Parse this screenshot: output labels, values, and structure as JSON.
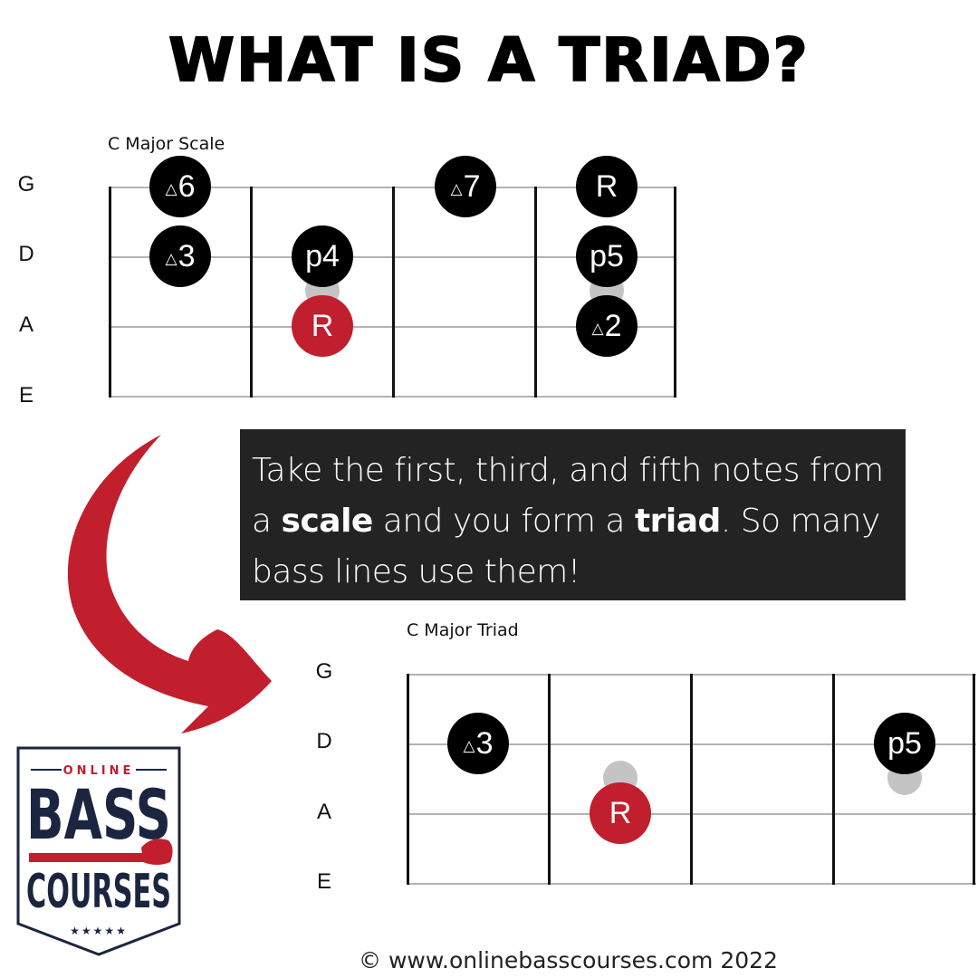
{
  "title": "WHAT IS A TRIAD?",
  "scale_diagram": {
    "caption": "C Major Scale",
    "strings": [
      "G",
      "D",
      "A",
      "E"
    ],
    "fret_count": 4,
    "notes": [
      {
        "string": "G",
        "fret": 1,
        "label": "6",
        "prefix": "△",
        "type": "interval"
      },
      {
        "string": "D",
        "fret": 1,
        "label": "3",
        "prefix": "△",
        "type": "interval"
      },
      {
        "string": "D",
        "fret": 2,
        "label": "p4",
        "prefix": "",
        "type": "interval"
      },
      {
        "string": "A",
        "fret": 2,
        "label": "R",
        "prefix": "",
        "type": "root"
      },
      {
        "string": "G",
        "fret": 3,
        "label": "7",
        "prefix": "△",
        "type": "interval"
      },
      {
        "string": "G",
        "fret": 4,
        "label": "R",
        "prefix": "",
        "type": "interval"
      },
      {
        "string": "D",
        "fret": 4,
        "label": "p5",
        "prefix": "",
        "type": "interval"
      },
      {
        "string": "A",
        "fret": 4,
        "label": "2",
        "prefix": "△",
        "type": "interval"
      }
    ]
  },
  "callout": {
    "part1": "Take the first, third, and fifth notes from a ",
    "bold1": "scale",
    "part2": " and you form a ",
    "bold2": "triad",
    "part3": ". So many bass lines use them!"
  },
  "triad_diagram": {
    "caption": "C Major Triad",
    "strings": [
      "G",
      "D",
      "A",
      "E"
    ],
    "fret_count": 4,
    "notes": [
      {
        "string": "D",
        "fret": 1,
        "label": "3",
        "prefix": "△",
        "type": "interval"
      },
      {
        "string": "A",
        "fret": 2,
        "label": "R",
        "prefix": "",
        "type": "root"
      },
      {
        "string": "D",
        "fret": 4,
        "label": "p5",
        "prefix": "",
        "type": "interval"
      }
    ]
  },
  "logo": {
    "top_text": "ONLINE",
    "line1": "BASS",
    "line2": "COURSES",
    "stars": "★★★★★"
  },
  "footer": "© www.onlinebasscourses.com 2022",
  "colors": {
    "root_red": "#c11e2e",
    "note_black": "#000000",
    "callout_bg": "#232323",
    "logo_navy": "#1b2540",
    "arrow_red": "#c11e2e"
  }
}
